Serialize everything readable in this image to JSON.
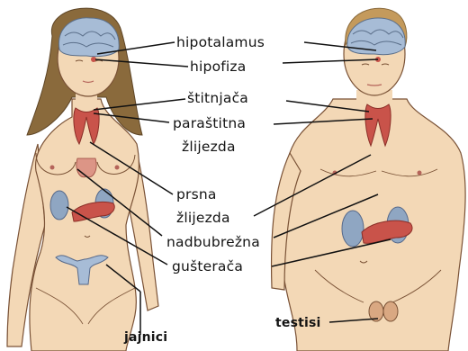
{
  "labels": {
    "hipotalamus": "hipotalamus",
    "hipofiza": "hipofiza",
    "stitnjaca": "štitnjača",
    "parastitna": "paraštitna",
    "zlijezda_parastitna": "žlijezda",
    "prsna": "prsna",
    "zlijezda_prsna": "žlijezda",
    "nadbubrezna": "nadbubrežna",
    "gusteraca": "gušterača",
    "jajnici": "jajnici",
    "testisi": "testisi"
  },
  "colors": {
    "skin": "#f3d8b6",
    "skin_shadow": "#d9a882",
    "outline": "#7a5236",
    "hair_female": "#8a6a3c",
    "hair_male": "#c49a5c",
    "brain": "#a7bcd6",
    "gland_red": "#c9534a",
    "kidney": "#8fa6c2",
    "leader_line": "#111111"
  }
}
